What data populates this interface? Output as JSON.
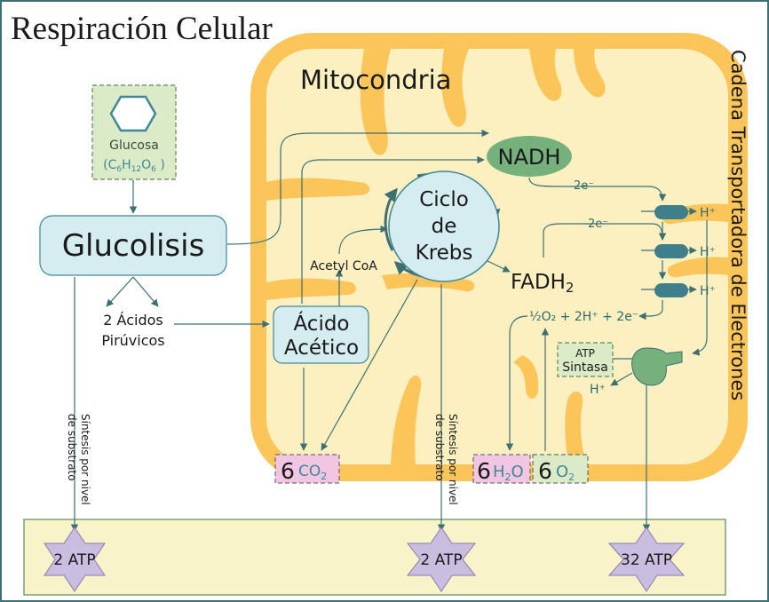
{
  "title": "Respiración Celular",
  "mitochondria_label": "Mitocondria",
  "etc_label": "Cadena Transportadora de Electrones",
  "glucose": {
    "name": "Glucosa",
    "formula_parts": [
      "C",
      "6",
      "H",
      "12",
      "O",
      "6"
    ],
    "open_paren": "(",
    "close_paren": ")"
  },
  "glycolysis": "Glucolisis",
  "pyruvic": {
    "line1": "2 Ácidos",
    "line2": "Pirúvicos"
  },
  "acetic": {
    "line1": "Ácido",
    "line2": "Acético"
  },
  "acetyl_coa": "Acetyl CoA",
  "krebs": {
    "line1": "Ciclo",
    "line2": "de",
    "line3": "Krebs"
  },
  "nadh": "NADH",
  "fadh": {
    "main": "FADH",
    "sub": "2"
  },
  "electron_label": "2e⁻",
  "proton_label": "H⁺",
  "reaction": "½O₂ + 2H⁺ + 2e⁻",
  "atp_synthase": {
    "line1": "ATP",
    "line2": "Sintasa"
  },
  "substrate_label": {
    "line1": "Síntesis por nivel",
    "line2": "de substrato"
  },
  "co2": {
    "coef": "6",
    "main": "CO",
    "sub": "2"
  },
  "h2o": {
    "coef": "6",
    "main": "H",
    "sub": "2",
    "tail": "O"
  },
  "o2": {
    "coef": "6",
    "main": "O",
    "sub": "2"
  },
  "atp_yields": [
    "2 ATP",
    "2 ATP",
    "32 ATP"
  ],
  "colors": {
    "mito_outer": "#fcc55a",
    "mito_inner": "#fcf0c0",
    "node_fill": "#d5edf1",
    "node_stroke": "#3f8896",
    "nadh_fill": "#76b07c",
    "carrier": "#3f7f8c",
    "pink": "#f2c5e2",
    "green_box": "#dcebc7",
    "star": "#c9bde0",
    "atp_band": "#f8f3c8",
    "line": "#3d6f73"
  }
}
